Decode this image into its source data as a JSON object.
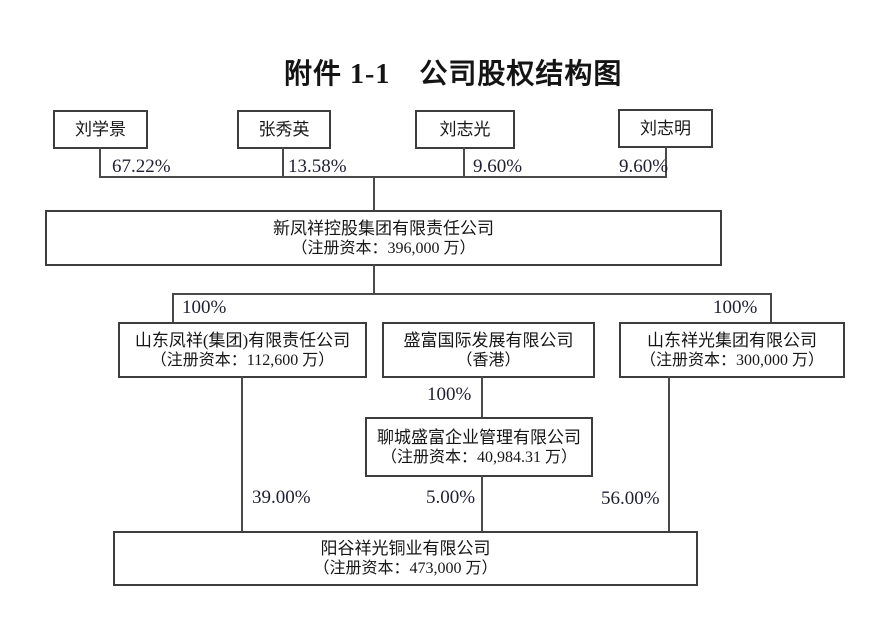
{
  "title": "附件 1-1　公司股权结构图",
  "shareholders": [
    {
      "name": "刘学景",
      "stake": "67.22%"
    },
    {
      "name": "张秀英",
      "stake": "13.58%"
    },
    {
      "name": "刘志光",
      "stake": "9.60%"
    },
    {
      "name": "刘志明",
      "stake": "9.60%"
    }
  ],
  "holding": {
    "name": "新凤祥控股集团有限责任公司",
    "capital": "（注册资本：396,000 万）"
  },
  "subsidiaries": {
    "fengxiang": {
      "name": "山东凤祥(集团)有限责任公司",
      "capital": "（注册资本：112,600 万）",
      "stake_from_holding": "100%",
      "stake_in_copper": "39.00%"
    },
    "shengfu_hk": {
      "name": "盛富国际发展有限公司",
      "location_note": "（香港）"
    },
    "xiangguang": {
      "name": "山东祥光集团有限公司",
      "capital": "（注册资本：300,000 万）",
      "stake_from_holding": "100%",
      "stake_in_copper": "56.00%"
    },
    "liaocheng_shengfu": {
      "name": "聊城盛富企业管理有限公司",
      "capital": "（注册资本：40,984.31 万）",
      "stake_from_shengfu": "100%",
      "stake_in_copper": "5.00%"
    }
  },
  "copper": {
    "name": "阳谷祥光铜业有限公司",
    "capital": "（注册资本：473,000 万）"
  },
  "colors": {
    "line": "#4a4a4a",
    "border": "#3d3d3d",
    "text": "#161616",
    "background": "#ffffff"
  }
}
